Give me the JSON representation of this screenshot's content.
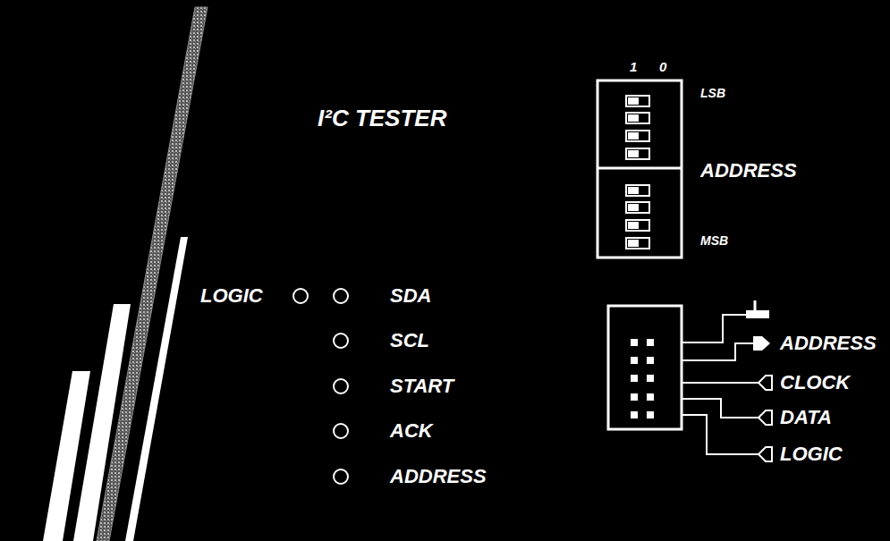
{
  "diagram": {
    "title": "I²C TESTER",
    "labels": [
      "1",
      "0",
      "LSB",
      "ADDRESS",
      "MSB",
      "LOGIC",
      "SDA",
      "SCL",
      "START",
      "ACK",
      "ADDRESS",
      "ADDRESS",
      "CLOCK",
      "DATA",
      "LOGIC"
    ]
  }
}
